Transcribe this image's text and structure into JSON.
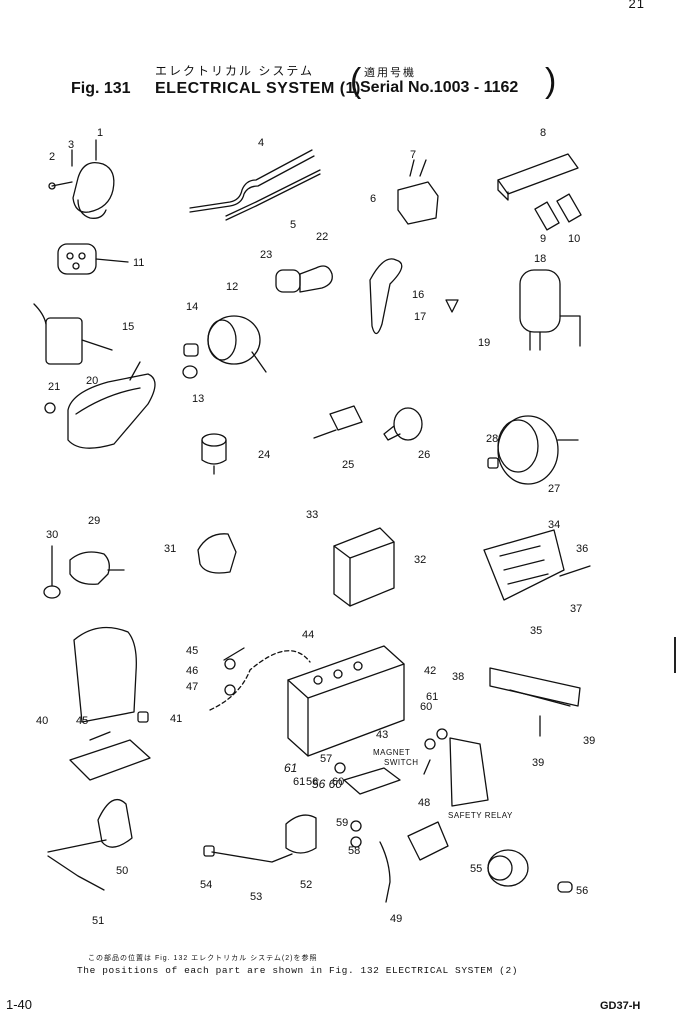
{
  "corner_mark": "21",
  "heading": {
    "japanese": "エレクトリカル システム",
    "fig_label": "Fig. 131",
    "title": "ELECTRICAL SYSTEM (1)",
    "serial_japanese": "適用号機",
    "serial": "Serial No.1003 - 1162"
  },
  "parts_drawing": {
    "part_numbers": [
      "1",
      "2",
      "3",
      "4",
      "5",
      "6",
      "7",
      "8",
      "9",
      "10",
      "11",
      "12",
      "13",
      "14",
      "15",
      "16",
      "17",
      "18",
      "19",
      "20",
      "21",
      "22",
      "23",
      "24",
      "25",
      "26",
      "27",
      "28",
      "29",
      "30",
      "31",
      "32",
      "33",
      "34",
      "35",
      "36",
      "37",
      "38",
      "39",
      "39",
      "40",
      "41",
      "42",
      "43",
      "44",
      "45",
      "45",
      "46",
      "47",
      "48",
      "49",
      "50",
      "51",
      "52",
      "53",
      "54",
      "55",
      "56",
      "56",
      "57",
      "58",
      "59",
      "60",
      "60",
      "61",
      "61"
    ],
    "callouts": {
      "magnet_switch_line1": "MAGNET",
      "magnet_switch_line2": "SWITCH",
      "safety_relay": "SAFETY RELAY"
    },
    "handwritten": [
      "61",
      "56 60"
    ]
  },
  "footer": {
    "note_japanese": "この部品の位置は Fig. 132 エレクトリカル システム(2)を参照",
    "note_english": "The positions of each part are shown in Fig. 132 ELECTRICAL SYSTEM (2)",
    "page_number": "1-40",
    "doc_code": "GD37-H"
  }
}
